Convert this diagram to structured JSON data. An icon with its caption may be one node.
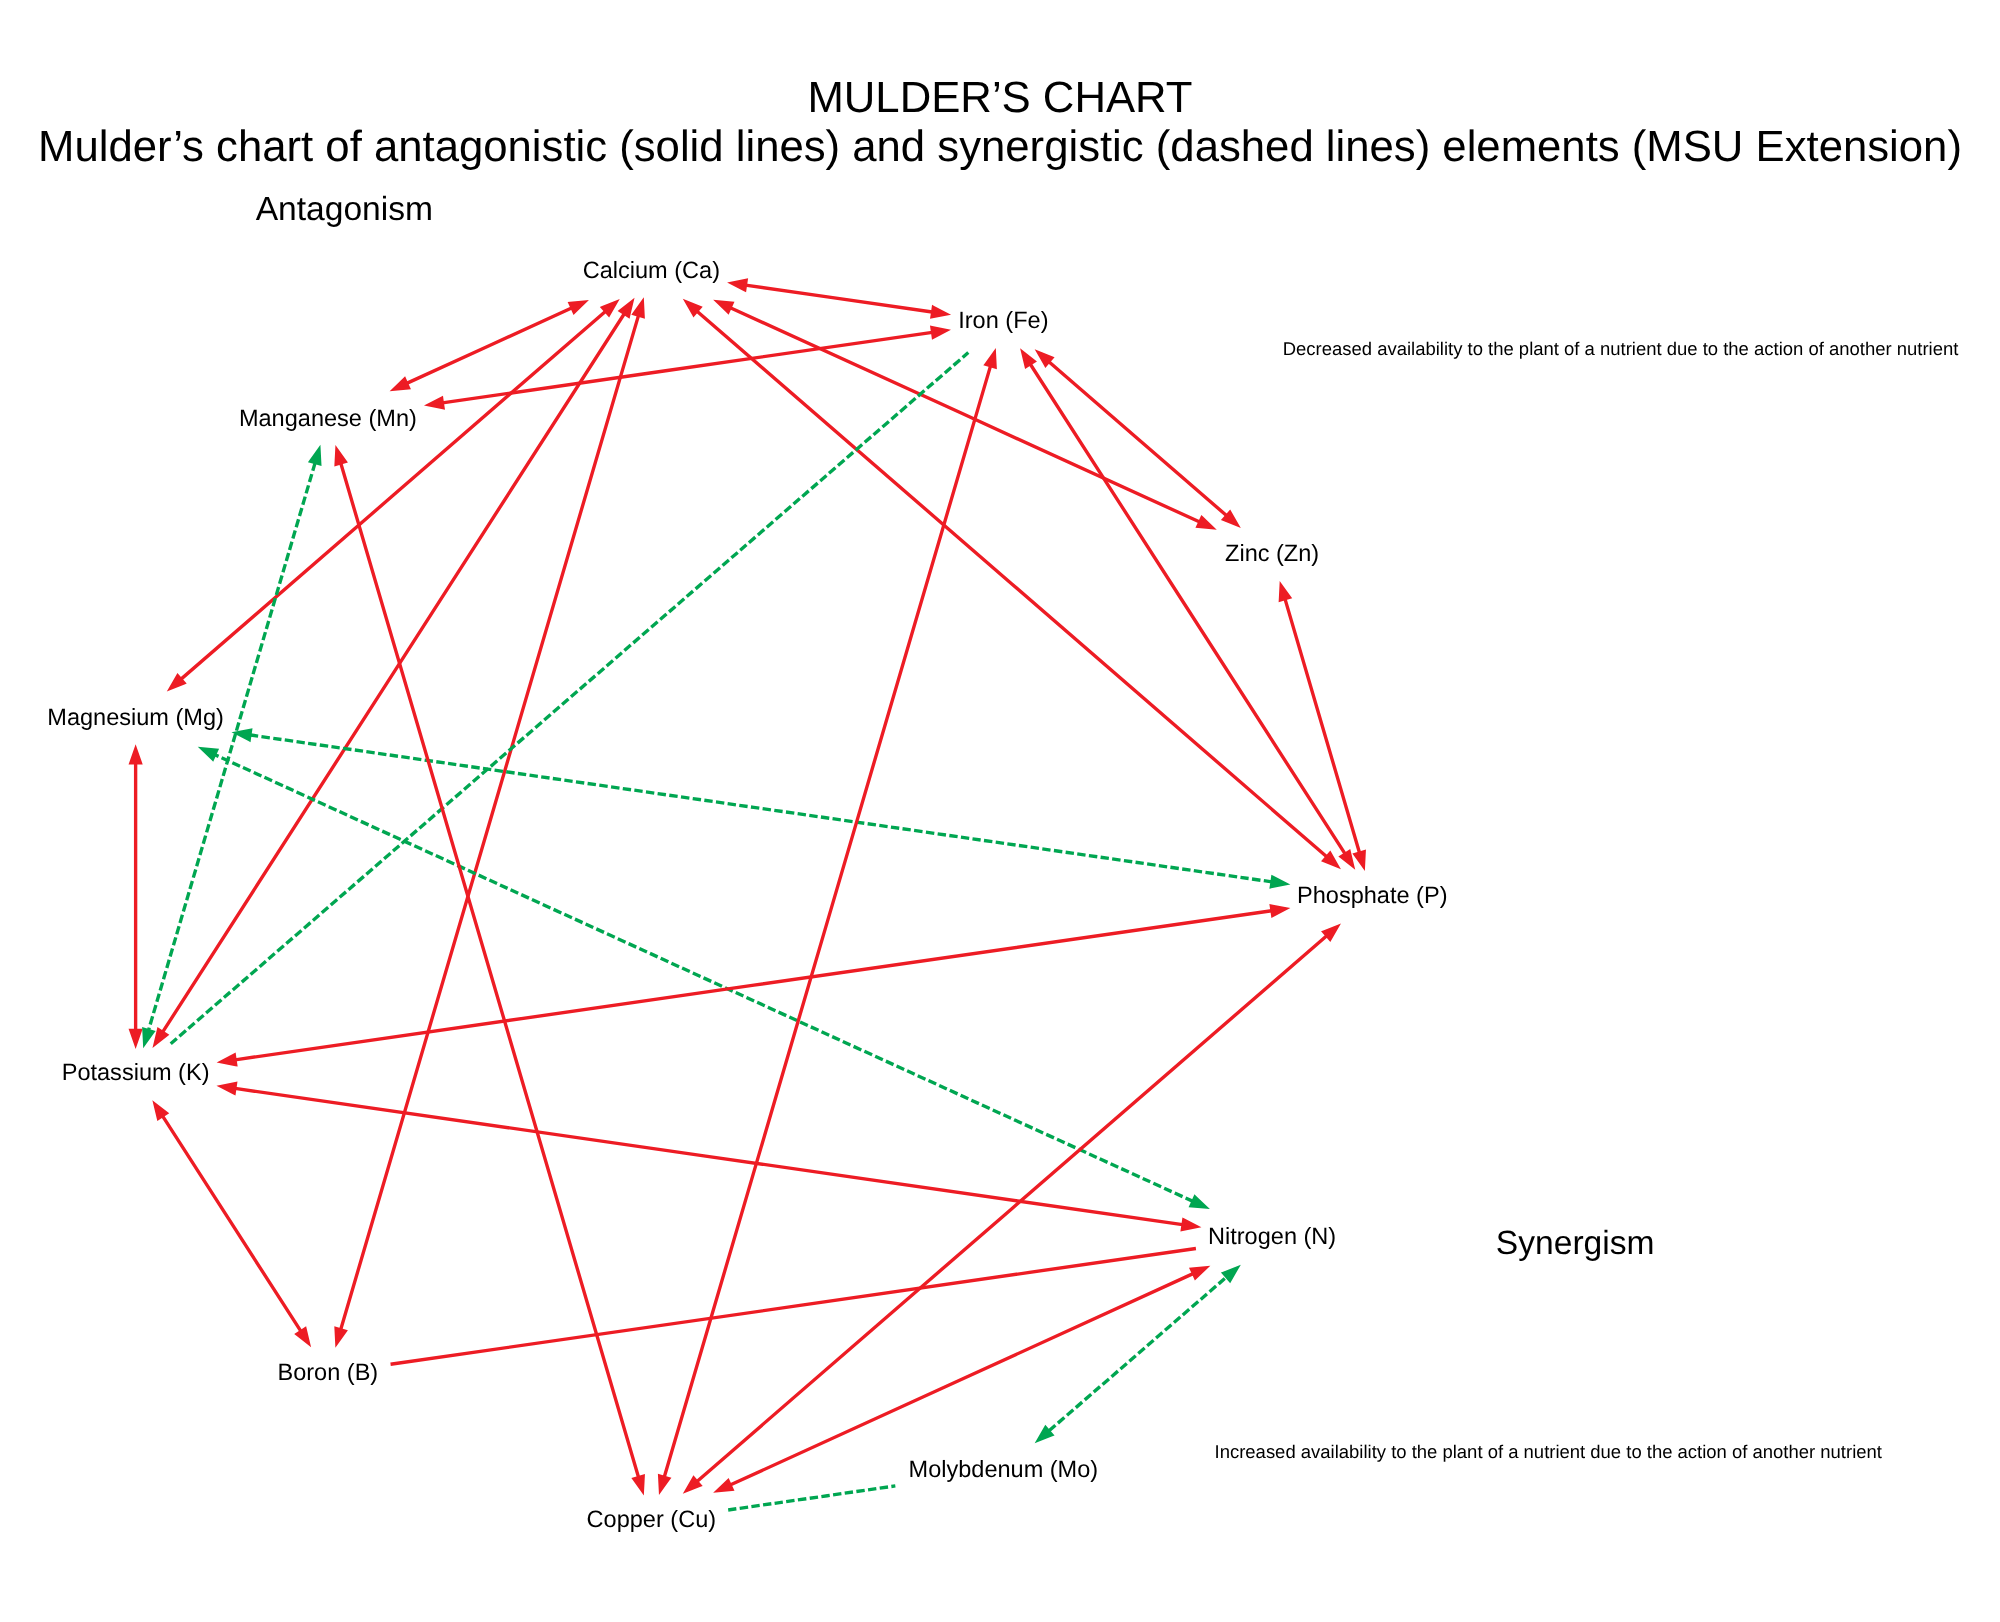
{
  "diagram": {
    "title": "MULDER’S CHART",
    "caption": "Mulder’s chart of antagonistic (solid lines) and synergistic (dashed lines) elements (MSU Extension)",
    "nodes": [
      {
        "text": [
          "Calcium (Ca)"
        ]
      },
      {
        "text": [
          "Potassium (K)"
        ]
      },
      {
        "text": [
          "Iron (Fe)"
        ]
      },
      {
        "text": [
          "Magnesium (Mg)"
        ]
      },
      {
        "text": [
          "Boron (B)"
        ]
      },
      {
        "text": [
          "Nitrogen (N)"
        ]
      },
      {
        "text": [
          "Zinc (Zn)"
        ]
      },
      {
        "text": [
          "Molybdenum (Mo)"
        ]
      },
      {
        "text": [
          "Phosphate (P)"
        ]
      },
      {
        "text": [
          "Copper (Cu)"
        ]
      },
      {
        "text": [
          "Manganese (Mn)"
        ]
      }
    ],
    "edges": [
      {
        "from": 0,
        "to": 10,
        "arrow": "both"
      },
      {
        "from": 0,
        "to": 1,
        "arrow": "both"
      },
      {
        "from": 0,
        "to": 8,
        "arrow": "both"
      },
      {
        "from": 0,
        "to": 6,
        "arrow": "both"
      },
      {
        "from": 0,
        "to": 2,
        "arrow": "both"
      },
      {
        "from": 0,
        "to": 3,
        "arrow": "both"
      },
      {
        "from": 0,
        "to": 4,
        "arrow": "both"
      },
      {
        "from": 10,
        "to": 9,
        "arrow": "both"
      },
      {
        "from": 10,
        "to": 2,
        "arrow": "both"
      },
      {
        "from": 9,
        "to": 2,
        "arrow": "both"
      },
      {
        "from": 9,
        "to": 8,
        "arrow": "both"
      },
      {
        "from": 9,
        "to": 5,
        "arrow": "both"
      },
      {
        "from": 8,
        "to": 2,
        "arrow": "both"
      },
      {
        "from": 8,
        "to": 1,
        "arrow": "both"
      },
      {
        "from": 8,
        "to": 6,
        "arrow": "both"
      },
      {
        "from": 6,
        "to": 2,
        "arrow": "both"
      },
      {
        "from": 1,
        "to": 5,
        "arrow": "both"
      },
      {
        "from": 1,
        "to": 3,
        "arrow": "both"
      },
      {
        "from": 1,
        "to": 4,
        "arrow": "both"
      },
      {
        "from": 4,
        "to": 5,
        "arrow": "none"
      },
      {
        "from": 10,
        "to": 1,
        "arrow": "both",
        "style": "dashed",
        "color": "#00a651"
      },
      {
        "from": 1,
        "to": 2,
        "arrow": "none",
        "style": "dashed",
        "color": "#00a651"
      },
      {
        "from": 8,
        "to": 3,
        "arrow": "both",
        "style": "dashed",
        "color": "#00a651"
      },
      {
        "from": 9,
        "to": 7,
        "arrow": "none",
        "style": "dashed",
        "color": "#00a651"
      },
      {
        "from": 7,
        "to": 5,
        "arrow": "both",
        "style": "dashed",
        "color": "#00a651"
      },
      {
        "from": 5,
        "to": 3,
        "arrow": "both",
        "style": "dashed",
        "color": "#00a651"
      }
    ],
    "labels": [
      "Decreased availability to the plant of a nutrient due to the action of another nutrient",
      "Increased availability to the plant of a nutrient due to the action of another nutrient"
    ],
    "legend": [
      {
        "text": "Antagonism"
      },
      {
        "text": "Synergism"
      }
    ]
  }
}
